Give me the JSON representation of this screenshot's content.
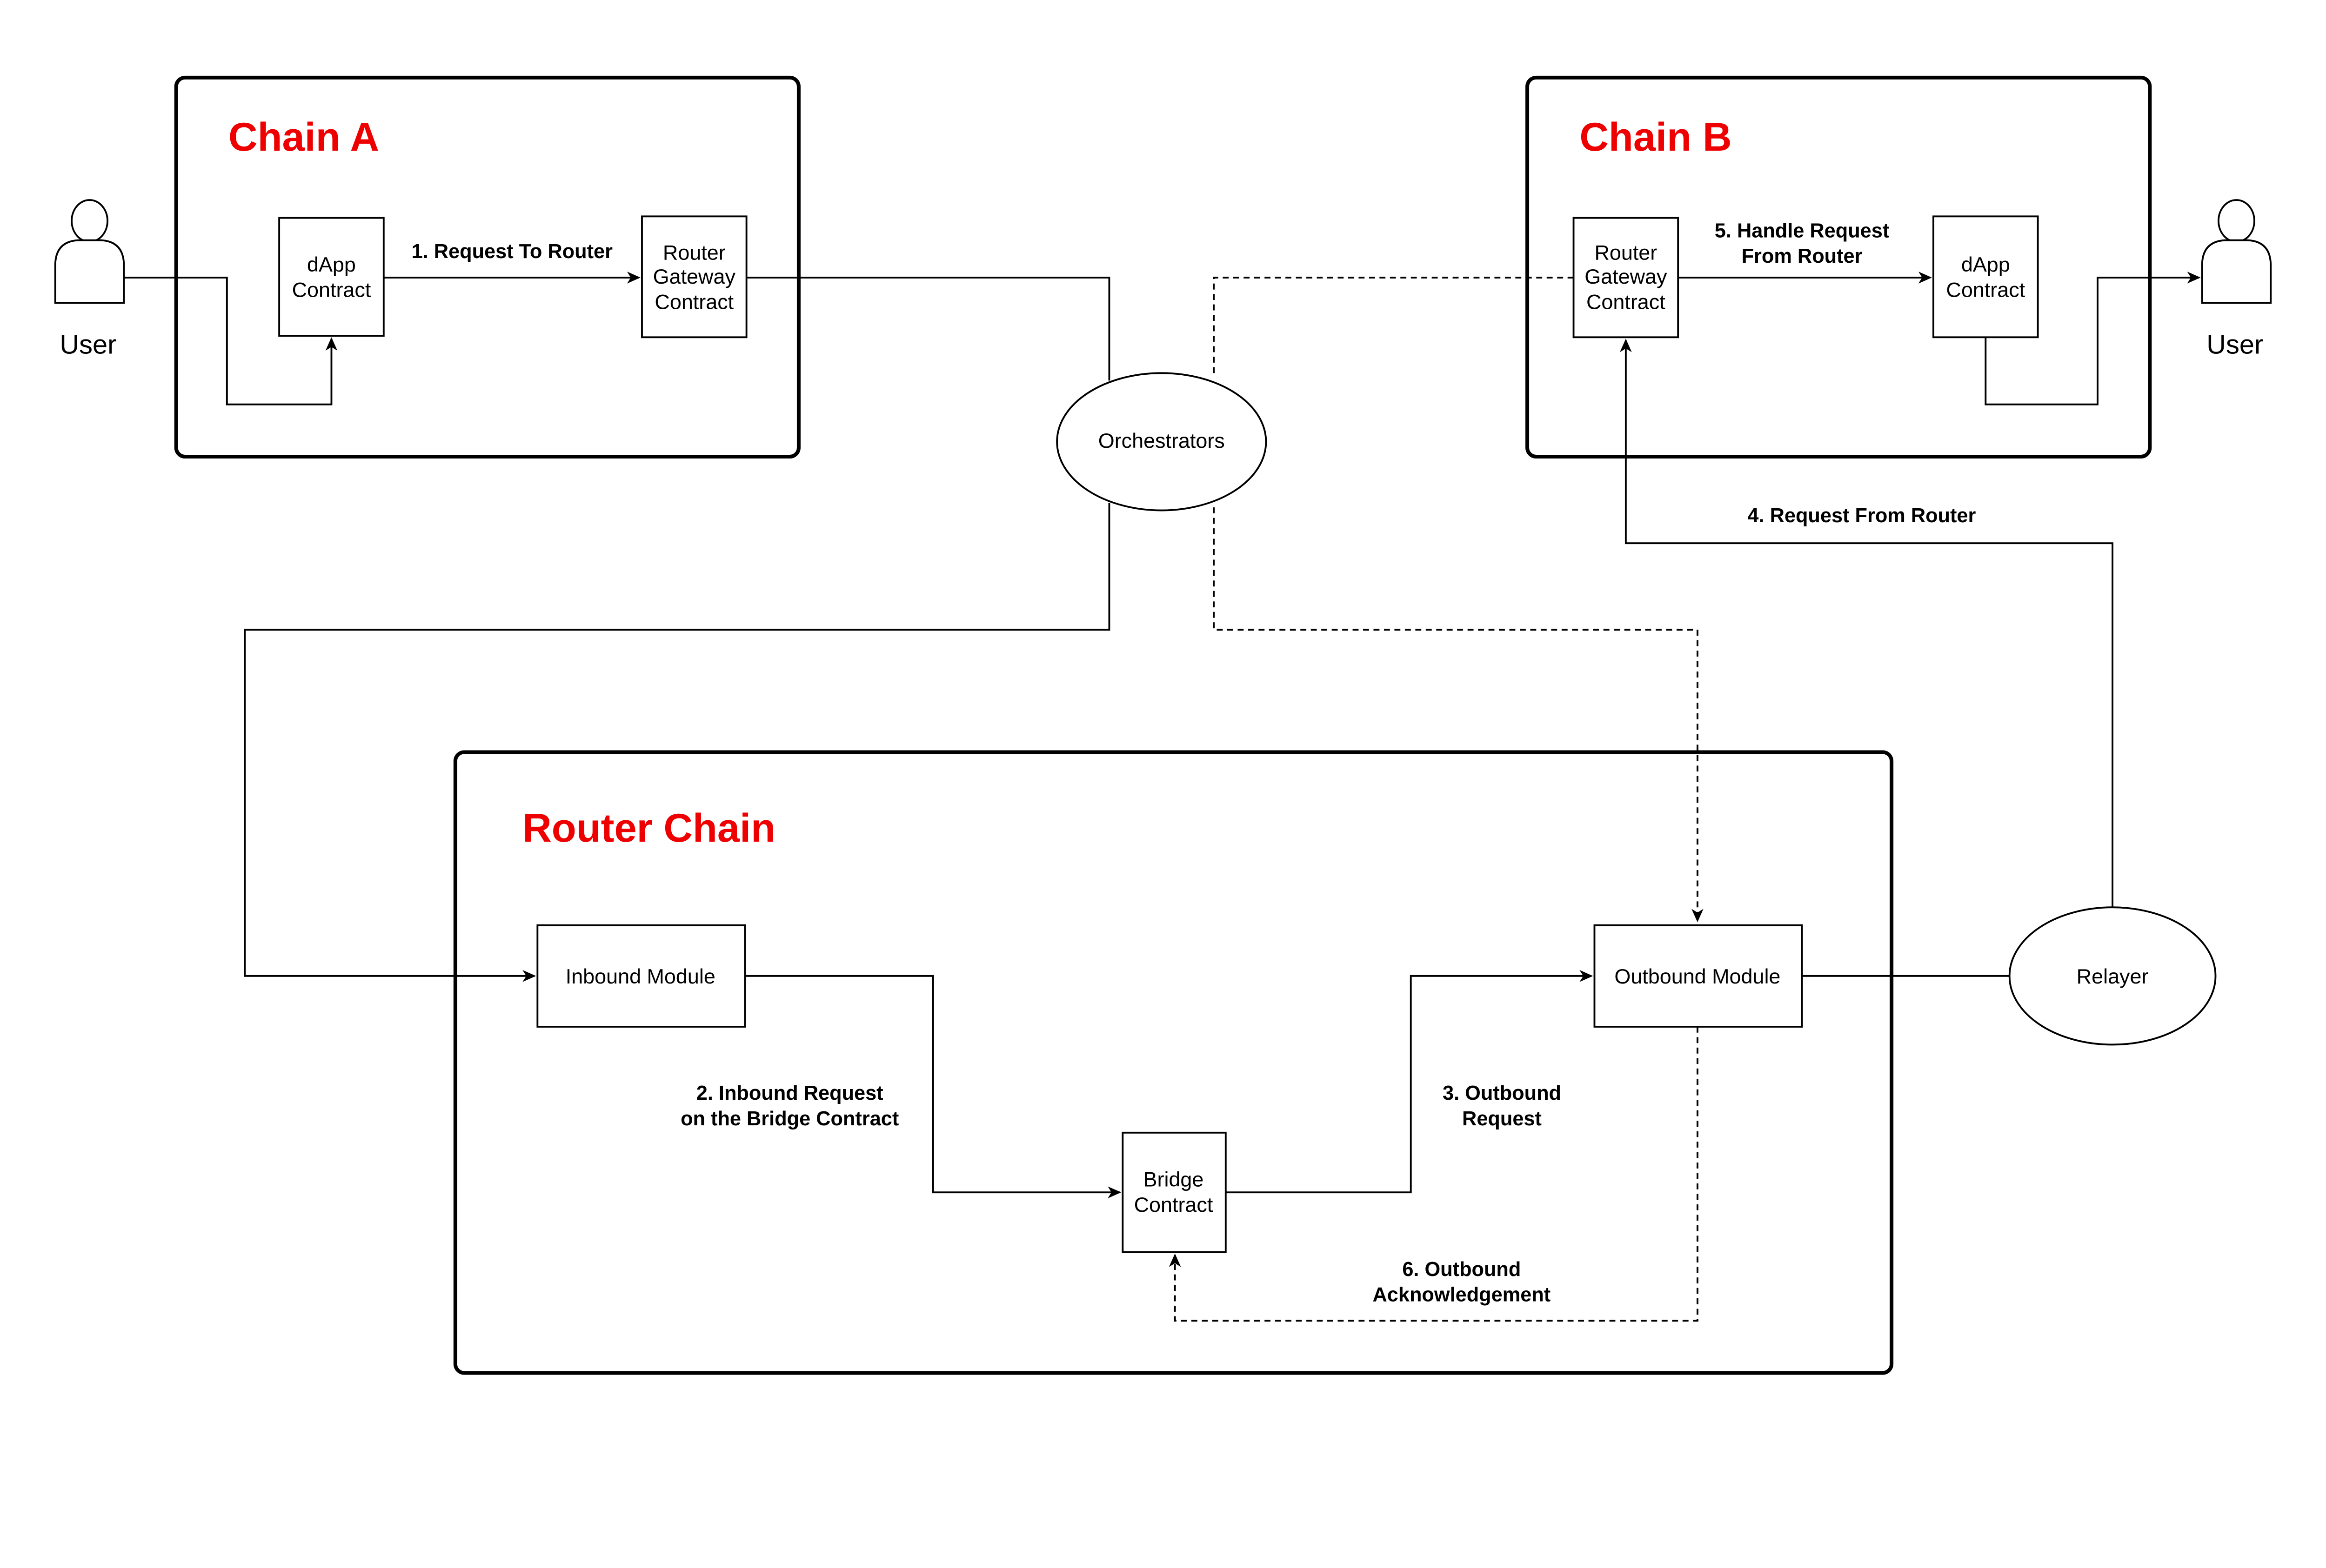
{
  "colors": {
    "title": "#ee0000",
    "stroke": "#000000",
    "background": "#ffffff"
  },
  "chain_a": {
    "title": "Chain A",
    "user": "User",
    "dapp": [
      "dApp",
      "Contract"
    ],
    "gateway": [
      "Router",
      "Gateway",
      "Contract"
    ],
    "edge_1": "1. Request To Router"
  },
  "chain_b": {
    "title": "Chain B",
    "user": "User",
    "dapp": [
      "dApp",
      "Contract"
    ],
    "gateway": [
      "Router",
      "Gateway",
      "Contract"
    ],
    "edge_5": [
      "5. Handle Request",
      "From Router"
    ]
  },
  "orchestrators": "Orchestrators",
  "relayer": "Relayer",
  "edge_4": "4. Request From Router",
  "router_chain": {
    "title": "Router Chain",
    "inbound": "Inbound Module",
    "outbound": "Outbound Module",
    "bridge": [
      "Bridge",
      "Contract"
    ],
    "edge_2": [
      "2. Inbound Request",
      "on the Bridge Contract"
    ],
    "edge_3": [
      "3. Outbound",
      "Request"
    ],
    "edge_6": [
      "6. Outbound",
      "Acknowledgement"
    ]
  }
}
